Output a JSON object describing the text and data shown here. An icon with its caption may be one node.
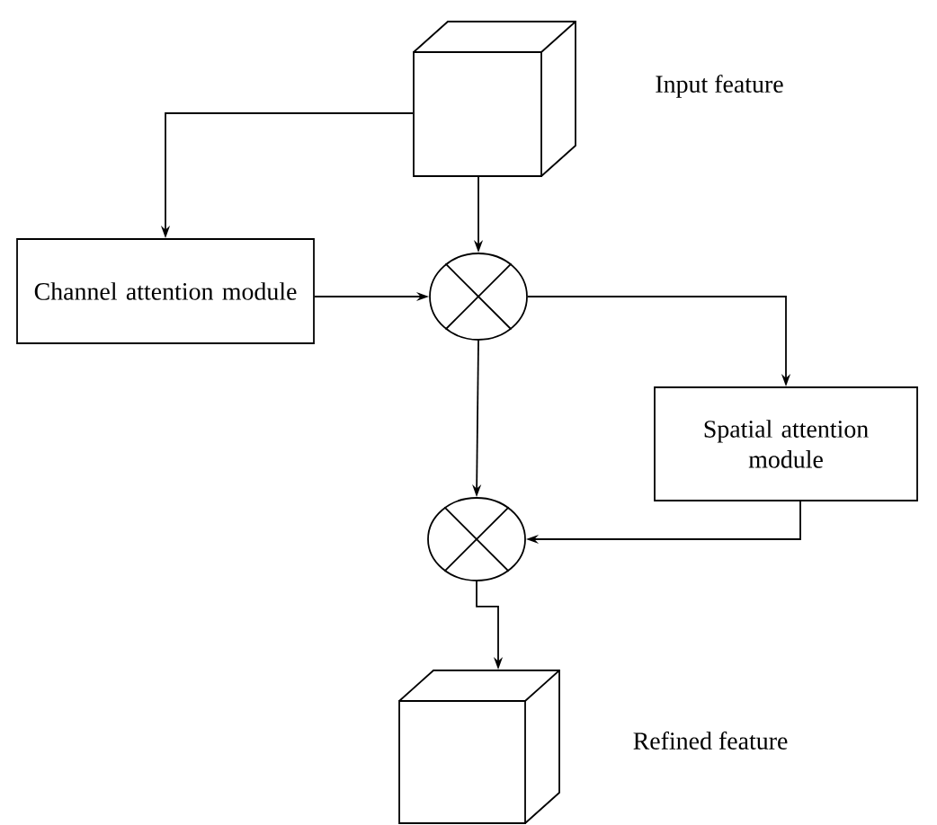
{
  "diagram": {
    "nodes": [
      {
        "text": [],
        "shape": "cube",
        "beside": [
          "Input feature"
        ]
      },
      {
        "text": [
          "Channel attention module"
        ]
      },
      {
        "text": [],
        "shape": "circle"
      },
      {
        "text": [
          "Spatial attention module"
        ]
      },
      {
        "text": [],
        "shape": "circle"
      },
      {
        "text": [],
        "shape": "cube",
        "beside": [
          "Refined feature"
        ]
      }
    ],
    "edges": [
      {
        "from": 0,
        "to": 1,
        "arrow": "to"
      },
      {
        "from": 0,
        "to": 2,
        "arrow": "to"
      },
      {
        "from": 1,
        "to": 2,
        "arrow": "to"
      },
      {
        "from": 2,
        "to": 3,
        "arrow": "to"
      },
      {
        "from": 2,
        "to": 4,
        "arrow": "to"
      },
      {
        "from": 3,
        "to": 4,
        "arrow": "to"
      },
      {
        "from": 4,
        "to": 5,
        "arrow": "to"
      }
    ]
  }
}
